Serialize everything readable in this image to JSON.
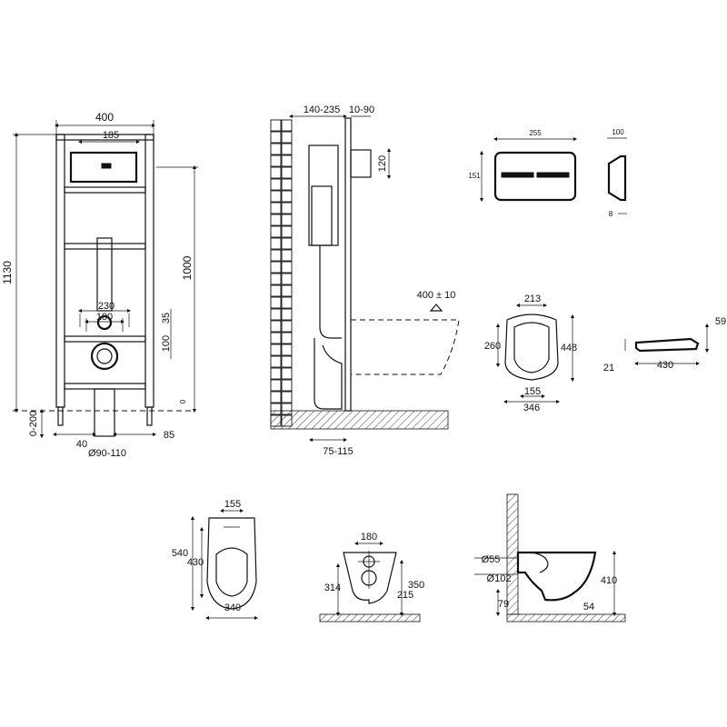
{
  "frame_view": {
    "width": "400",
    "button_plate_width": "185",
    "total_height": "1130",
    "button_height": "1000",
    "anchor_outer": "230",
    "anchor_inner": "180",
    "anchor_offset": "35",
    "drain_offset": "100",
    "leg_adjust": "0-200",
    "leg_offset": "40",
    "pipe_diameter": "Ø90-110",
    "foot_offset": "85",
    "floor_mark": "0"
  },
  "side_view": {
    "depth": "140-235",
    "wall_gap": "10-90",
    "cistern_height": "120",
    "bowl_height": "400 ± 10",
    "pipe_offset": "75-115"
  },
  "flush_plate": {
    "width": "255",
    "height": "151",
    "depth": "100",
    "thickness": "8"
  },
  "seat_top": {
    "width_top": "213",
    "height_inner": "260",
    "height_outer": "448",
    "hinge_width": "155",
    "total_width": "346"
  },
  "seat_side": {
    "length": "430",
    "height_top": "59",
    "height_bottom": "21"
  },
  "bowl_top": {
    "hinge_width": "155",
    "length": "540",
    "inner_length": "430",
    "width": "340"
  },
  "bowl_front": {
    "bolt_spacing": "180",
    "height_left": "314",
    "height_right_top": "350",
    "height_right_bottom": "215"
  },
  "bowl_side": {
    "inlet_diameter": "Ø55",
    "outlet_diameter": "Ø102",
    "outlet_height": "79",
    "total_height": "410",
    "front_offset": "54"
  }
}
